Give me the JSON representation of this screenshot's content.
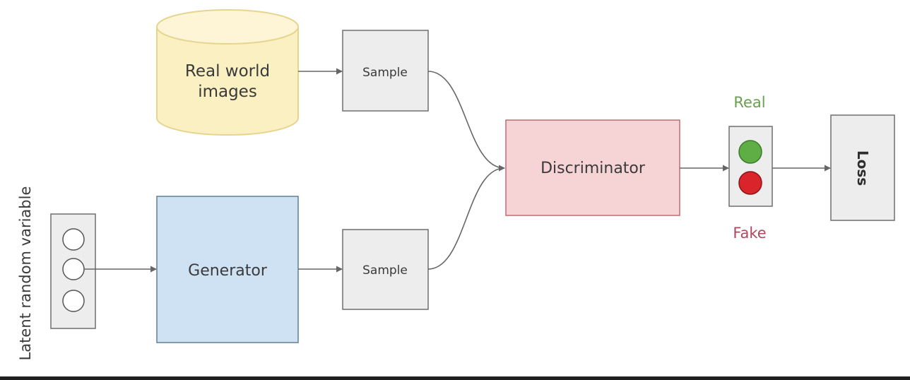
{
  "diagram": {
    "latent_label": "Latent random variable",
    "real_images_label_line1": "Real world",
    "real_images_label_line2": "images",
    "sample_top_label": "Sample",
    "sample_bottom_label": "Sample",
    "generator_label": "Generator",
    "discriminator_label": "Discriminator",
    "real_label": "Real",
    "fake_label": "Fake",
    "loss_label": "Loss"
  },
  "colors": {
    "database_fill": "#fbf0c2",
    "database_stroke": "#e6d48f",
    "generator_fill": "#cfe2f3",
    "generator_stroke": "#5f7f99",
    "discriminator_fill": "#f6d3d5",
    "discriminator_stroke": "#c06a72",
    "neutral_fill": "#ededed",
    "neutral_stroke": "#6f6f6f",
    "real_color": "#6a9f50",
    "fake_color": "#b0475f",
    "green_light": "#5fae45",
    "red_light": "#d8242a",
    "arrow_color": "#666666"
  }
}
